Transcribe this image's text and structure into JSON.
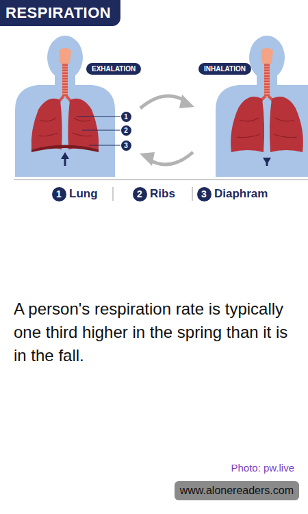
{
  "diagram": {
    "title": "RESPIRATION",
    "caption": "A person's respiration rate is typically one third higher in the spring than it is in the fall.",
    "nodes": [
      {
        "text": [
          "EXHALATION"
        ]
      },
      {
        "text": [
          "INHALATION"
        ]
      },
      {
        "text": [
          "1"
        ]
      },
      {
        "text": [
          "2"
        ]
      },
      {
        "text": [
          "3"
        ]
      },
      {
        "text": [
          "1"
        ]
      },
      {
        "text": [
          "2"
        ]
      },
      {
        "text": [
          "3"
        ]
      },
      {
        "text": [
          "www.alonereaders.com"
        ]
      }
    ],
    "labels": [
      "Photo: pw.live"
    ],
    "legend": [
      {
        "text": "Lung"
      },
      {
        "text": "Ribs"
      },
      {
        "text": "Diaphram"
      }
    ]
  }
}
